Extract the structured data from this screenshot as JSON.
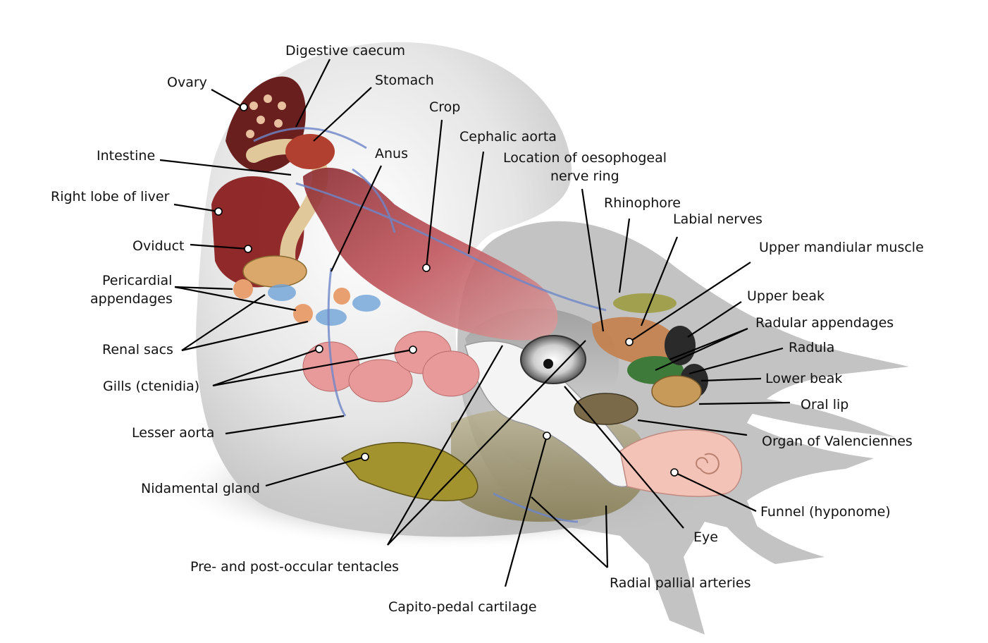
{
  "diagram": {
    "labels": {
      "digestive_caecum": "Digestive caecum",
      "ovary": "Ovary",
      "stomach": "Stomach",
      "crop": "Crop",
      "cephalic_aorta": "Cephalic aorta",
      "intestine": "Intestine",
      "anus": "Anus",
      "oesophageal_ring_1": "Location of oesophogeal",
      "oesophageal_ring_2": "nerve ring",
      "right_lobe_liver": "Right lobe of liver",
      "rhinophore": "Rhinophore",
      "labial_nerves": "Labial nerves",
      "oviduct": "Oviduct",
      "upper_mandiular_muscle": "Upper mandiular muscle",
      "pericardial_1": "Pericardial",
      "pericardial_2": "appendages",
      "upper_beak": "Upper beak",
      "radular_appendages": "Radular appendages",
      "renal_sacs": "Renal sacs",
      "radula": "Radula",
      "gills": "Gills (ctenidia)",
      "lower_beak": "Lower beak",
      "oral_lip": "Oral lip",
      "lesser_aorta": "Lesser aorta",
      "organ_valenciennes": "Organ of Valenciennes",
      "nidamental_gland": "Nidamental gland",
      "funnel": "Funnel (hyponome)",
      "eye": "Eye",
      "tentacles": "Pre- and post-occular tentacles",
      "radial_pallial_arteries": "Radial pallial arteries",
      "capito_pedal_cartilage": "Capito-pedal cartilage"
    }
  }
}
